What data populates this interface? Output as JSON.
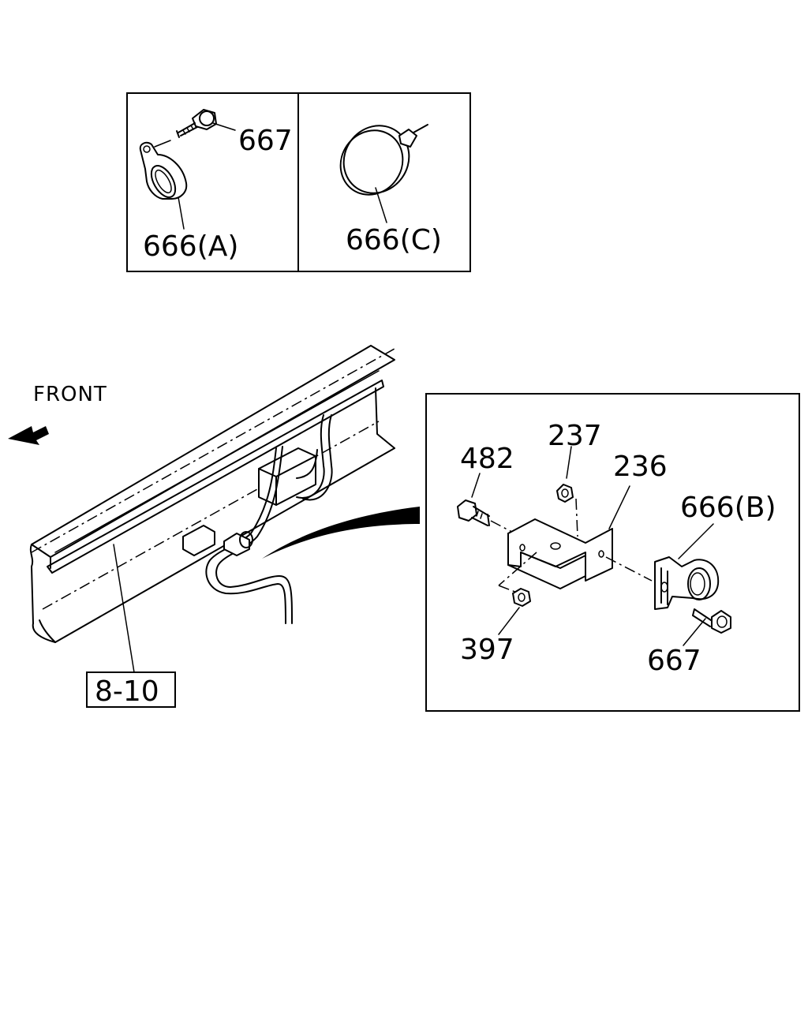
{
  "labels": {
    "inset_a_bolt": "667",
    "inset_a_clamp": "666(A)",
    "inset_c_band": "666(C)",
    "front": "FRONT",
    "ref": "8-10",
    "bolt_482": "482",
    "nut_237": "237",
    "bracket_236": "236",
    "clamp_666b": "666(B)",
    "nut_397": "397",
    "bolt_667": "667"
  },
  "icons": {
    "front_arrow": "front-arrow-icon"
  }
}
